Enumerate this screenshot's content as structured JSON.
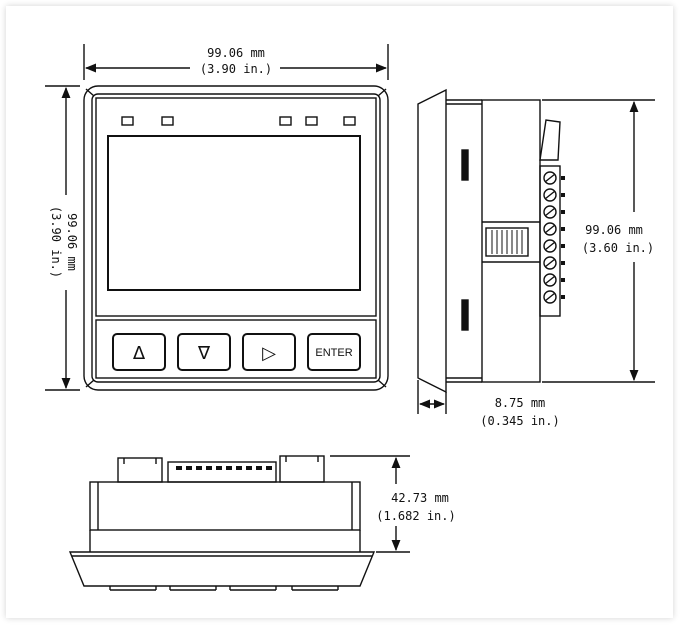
{
  "front_view": {
    "width_mm": "99.06 mm",
    "width_in": "(3.90 in.)",
    "height_mm": "99.06 mm",
    "height_in": "(3.90 in.)",
    "buttons": [
      {
        "label": "Δ",
        "icon": "up-triangle-icon"
      },
      {
        "label": "∇",
        "icon": "down-triangle-icon"
      },
      {
        "label": "▷",
        "icon": "right-triangle-icon"
      },
      {
        "label": "ENTER",
        "icon": ""
      }
    ]
  },
  "side_view": {
    "height_mm": "99.06 mm",
    "height_in": "(3.60 in.)",
    "bezel_mm": "8.75 mm",
    "bezel_in": "(0.345 in.)"
  },
  "bottom_view": {
    "depth_mm": "42.73 mm",
    "depth_in": "(1.682 in.)"
  }
}
